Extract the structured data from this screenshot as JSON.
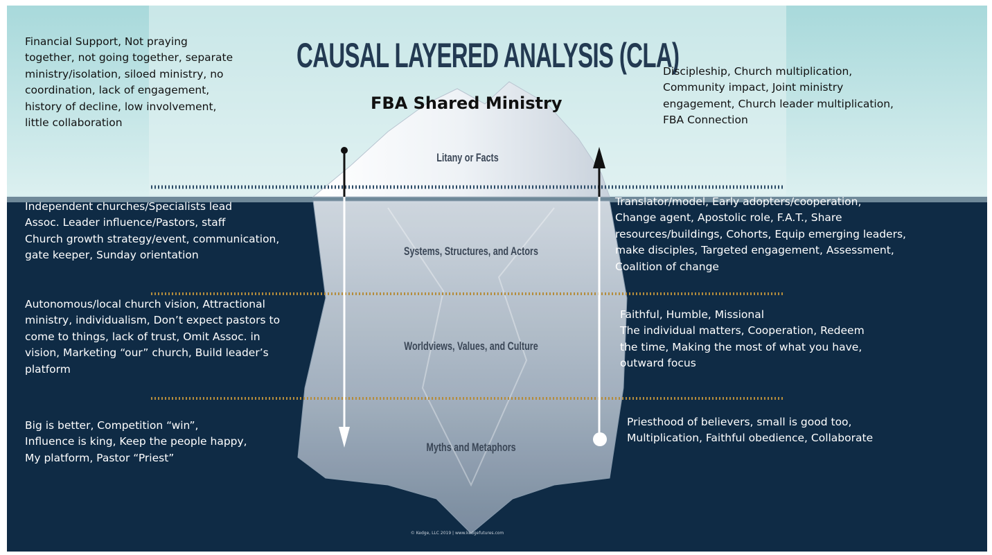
{
  "title": "CAUSAL LAYERED ANALYSIS (CLA)",
  "subtitle": "FBA Shared Ministry",
  "layers": {
    "litany": "Litany or Facts",
    "systems": "Systems, Structures, and Actors",
    "worldviews": "Worldviews, Values, and Culture",
    "myths": "Myths and Metaphors"
  },
  "left": {
    "litany": "Financial Support, Not praying\ntogether, not going together, separate\nministry/isolation, siloed ministry, no\ncoordination, lack of engagement,\nhistory of decline, low involvement,\nlittle collaboration",
    "systems": "Independent churches/Specialists lead\nAssoc. Leader influence/Pastors, staff\nChurch growth strategy/event, communication,\ngate keeper, Sunday orientation",
    "worldviews": "Autonomous/local church vision, Attractional\nministry, individualism, Don’t expect pastors to\ncome to things, lack of trust, Omit Assoc. in\nvision, Marketing “our” church, Build leader’s\nplatform",
    "myths": "Big is better, Competition “win”,\nInfluence is king, Keep the people happy,\nMy platform, Pastor “Priest”"
  },
  "right": {
    "litany": "Discipleship, Church multiplication,\nCommunity impact, Joint ministry\nengagement, Church leader multiplication,\nFBA Connection",
    "systems": "Translator/model, Early adopters/cooperation,\nChange agent, Apostolic role, F.A.T., Share\nresources/buildings, Cohorts, Equip emerging leaders,\nmake disciples, Targeted engagement, Assessment,\nCoalition of change",
    "worldviews": "Faithful, Humble, Missional\nThe individual matters, Cooperation, Redeem\nthe time, Making the most of what you have,\noutward focus",
    "myths": "Priesthood of believers, small is good too,\nMultiplication, Faithful obedience, Collaborate"
  },
  "credit": "© Kedge, LLC 2019 | www.kedgefutures.com",
  "colors": {
    "sky": "#bfe3e4",
    "sky_light": "#dff1f1",
    "ocean": "#0f2b45",
    "dots": "#b48c3c",
    "title": "#233a52",
    "ice": "#e9eef3"
  }
}
